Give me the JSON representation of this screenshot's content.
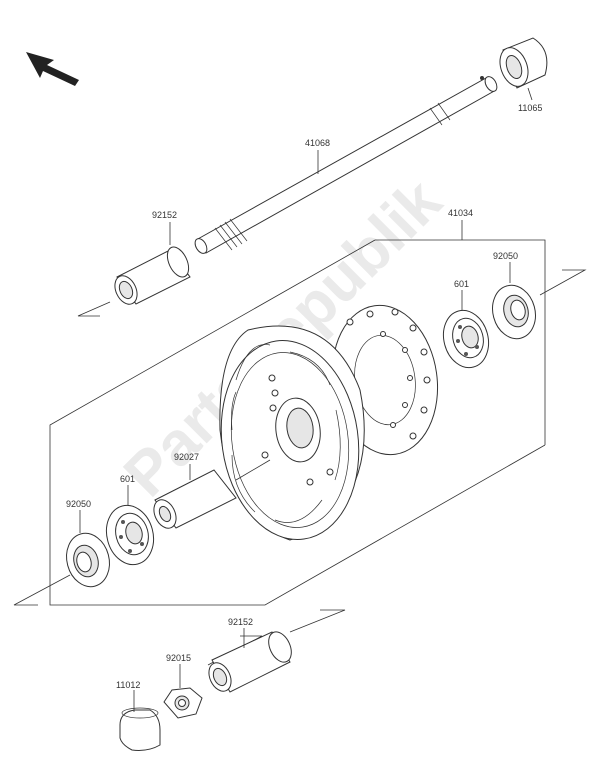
{
  "watermark": "PartsRepublik",
  "labels": {
    "axle": "41068",
    "axle_collar": "11065",
    "collar_left_top": "92152",
    "hub_assembly": "41034",
    "seal_right": "92050",
    "bearing_right": "601",
    "spacer": "92027",
    "bearing_left": "601",
    "seal_left": "92050",
    "collar_bottom": "92152",
    "nut": "92015",
    "cap": "11012"
  }
}
